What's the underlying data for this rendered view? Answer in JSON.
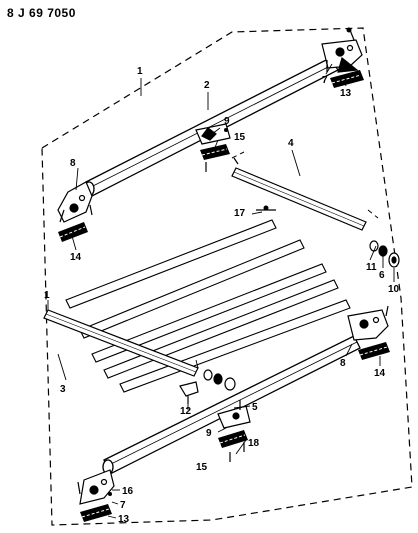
{
  "document_id": "8 J 69 7050",
  "callouts": {
    "c1_top": "1",
    "c2": "2",
    "c3": "3",
    "c4": "4",
    "c5": "5",
    "c6": "6",
    "c7_top": "7",
    "c7_bottom": "7",
    "c8_left": "8",
    "c8_right": "8",
    "c9_top": "9",
    "c9_bottom": "9",
    "c10": "10",
    "c11": "11",
    "c12": "12",
    "c13_top": "13",
    "c13_bottom": "13",
    "c14_left": "14",
    "c14_right": "14",
    "c15_top": "15",
    "c15_bottom": "15",
    "c16": "16",
    "c17": "17",
    "c18": "18",
    "c1_bottom": "1"
  }
}
